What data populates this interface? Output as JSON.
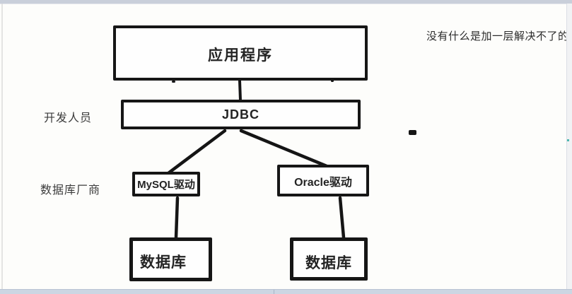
{
  "canvas": {
    "annotation_top_right": "没有什么是加一层解决不了的",
    "row_labels": {
      "developer": "开发人员",
      "db_vendor": "数据库厂商"
    },
    "nodes": {
      "application": {
        "label": "应用程序"
      },
      "jdbc": {
        "label": "JDBC"
      },
      "mysql_driver": {
        "label": "MySQL驱动"
      },
      "oracle_driver": {
        "label": "Oracle驱动"
      },
      "database_mysql": {
        "label": "数据库"
      },
      "database_oracle": {
        "label": "数据库"
      }
    },
    "colors": {
      "ink_stroke": "#161616",
      "typed_text": "#3b3b3b",
      "top_bar": "#c9cfda",
      "bottom_bar": "#ccd6e3",
      "background": "#fdfdfb"
    }
  }
}
